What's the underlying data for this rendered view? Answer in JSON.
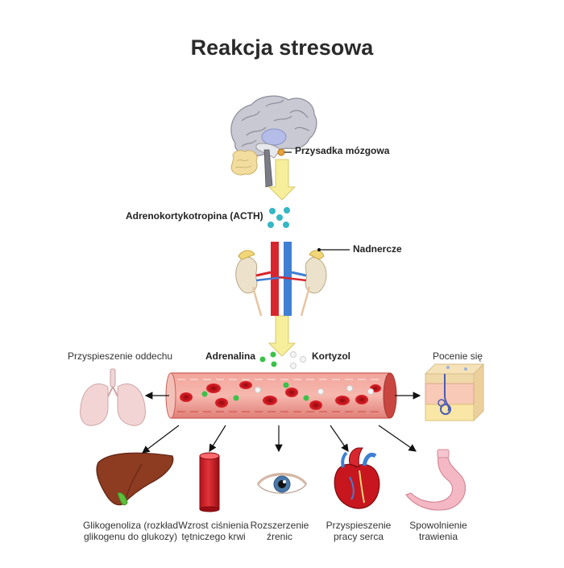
{
  "title": "Reakcja stresowa",
  "labels": {
    "pituitary": "Przysadka mózgowa",
    "acth": "Adrenokortykotropina (ACTH)",
    "adrenal": "Nadnercze",
    "adrenaline": "Adrenalina",
    "cortisol": "Kortyzol",
    "breathing": "Przyspieszenie oddechu",
    "sweating": "Pocenie się"
  },
  "effects": [
    {
      "line1": "Glikogenoliza (rozkład",
      "line2": "glikogenu do glukozy)",
      "icon": "liver-icon"
    },
    {
      "line1": "Wzrost ciśnienia",
      "line2": "tętniczego krwi",
      "icon": "artery-icon"
    },
    {
      "line1": "Rozszerzenie",
      "line2": "źrenic",
      "icon": "eye-icon"
    },
    {
      "line1": "Przyspieszenie",
      "line2": "pracy serca",
      "icon": "heart-icon"
    },
    {
      "line1": "Spowolnienie",
      "line2": "trawienia",
      "icon": "stomach-icon"
    }
  ],
  "colors": {
    "arrow_yellow": "#f6ee9a",
    "acth_dots": "#35b7c4",
    "adrenaline_dots": "#3bc14a",
    "cortisol_dots": "#f2f2f2",
    "blood_vessel": "#e8847d",
    "red_cells": "#c8161e"
  }
}
